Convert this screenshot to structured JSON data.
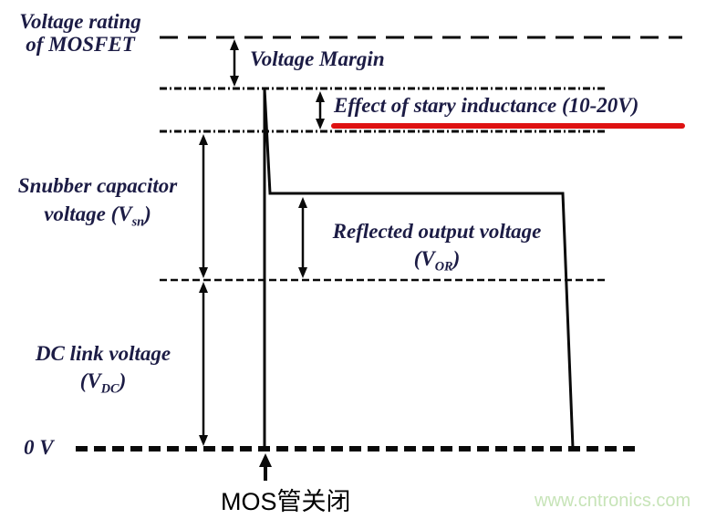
{
  "labels": {
    "voltage_rating": {
      "line1": "Voltage rating",
      "line2": "of MOSFET"
    },
    "voltage_margin": "Voltage Margin",
    "stray_inductance": "Effect of stary inductance (10-20V)",
    "snubber": {
      "line1": "Snubber capacitor",
      "v_pre": "voltage (V",
      "v_sub": "sn",
      "v_post": ")"
    },
    "reflected": {
      "line1": "Reflected output voltage",
      "v_pre": "(V",
      "v_sub": "OR",
      "v_post": ")"
    },
    "dc_link": {
      "line1": "DC link voltage",
      "v_pre": "(V",
      "v_sub": "DC",
      "v_post": ")"
    },
    "zero_volts": "0 V",
    "mosfet_turn_off": "MOS管关闭",
    "watermark": "www.cntronics.com"
  },
  "icons": {
    "double_arrows": [
      "voltage-margin-span-arrow",
      "stray-inductance-span-arrow",
      "snubber-voltage-span-arrow",
      "reflected-voltage-span-arrow",
      "dc-link-voltage-span-arrow"
    ],
    "event_marker": "turn-off-up-arrow-icon"
  },
  "colors": {
    "ink": "#1c1c45",
    "line": "#0a0a0a",
    "underline": "#de1212",
    "watermark": "#c7e4b8"
  }
}
